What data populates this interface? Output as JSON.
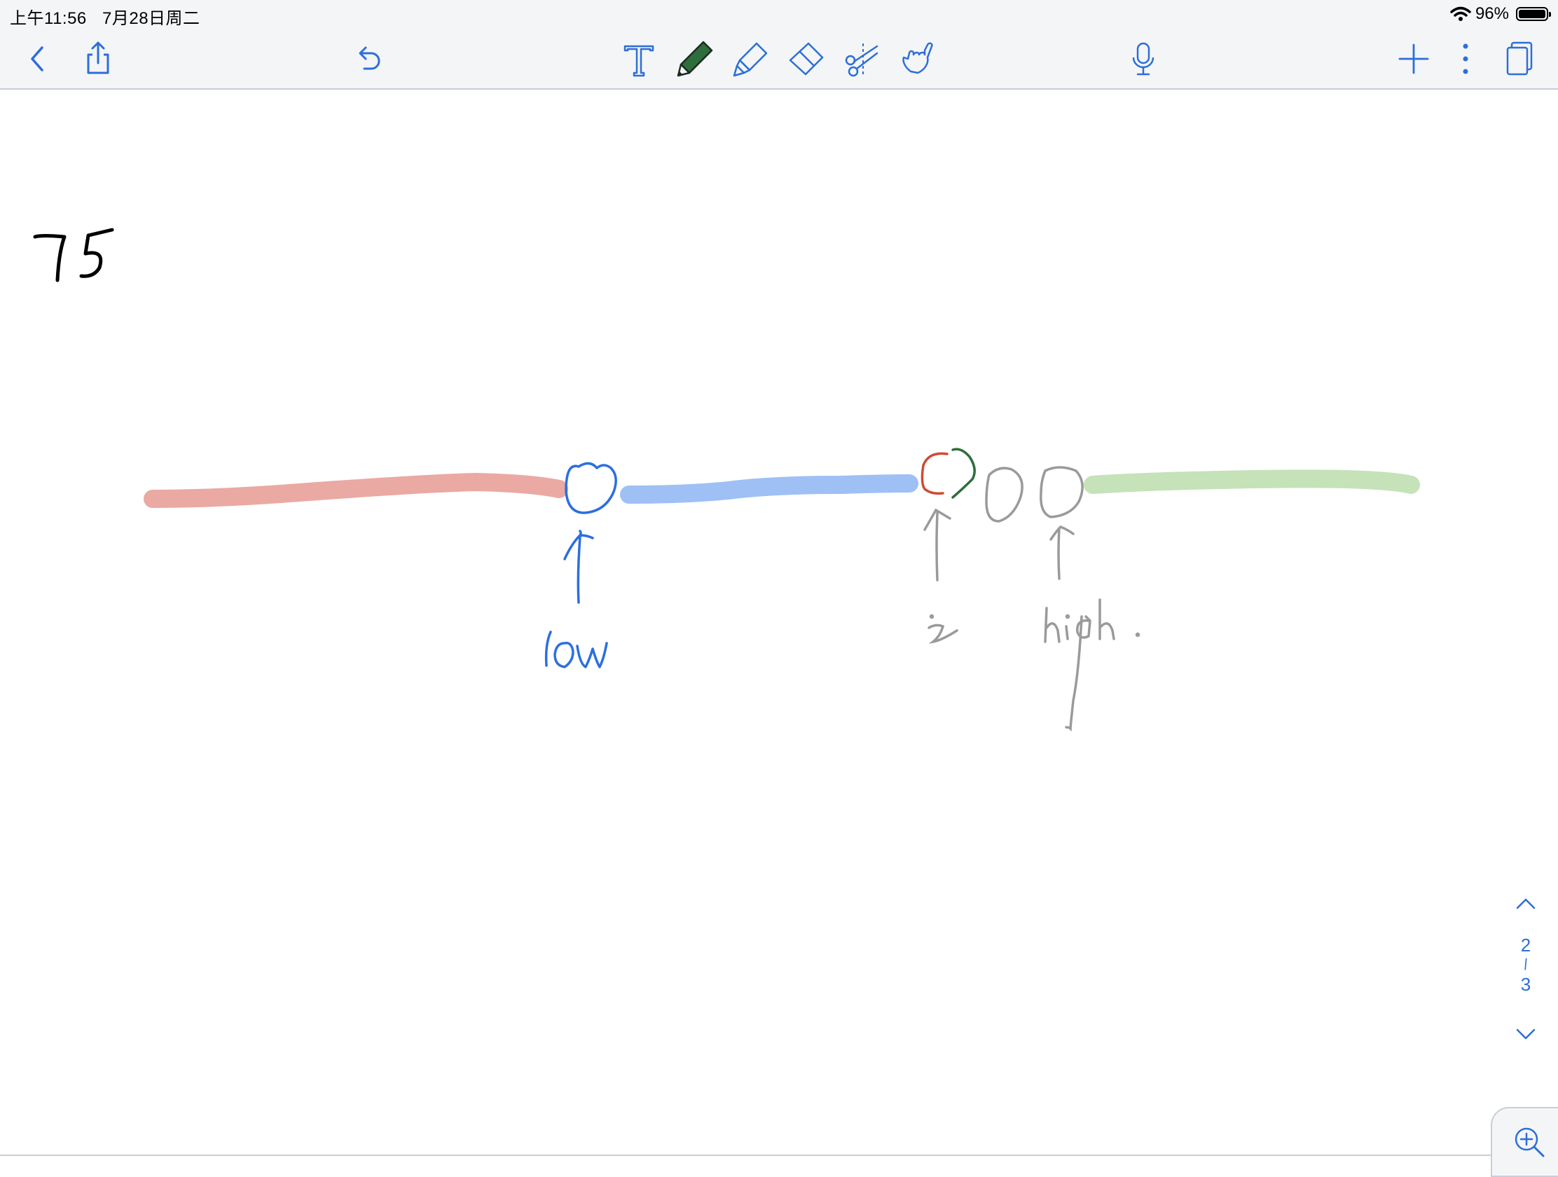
{
  "status_bar": {
    "time": "上午11:56",
    "date": "7月28日周二",
    "battery": "96%"
  },
  "toolbar": {
    "left": [
      "back-icon",
      "share-icon",
      "undo-icon"
    ],
    "tools": [
      "text-tool-icon",
      "pen-tool-icon",
      "highlighter-tool-icon",
      "eraser-tool-icon",
      "lasso-scissors-icon",
      "hand-pointer-icon"
    ],
    "center": [
      "microphone-icon"
    ],
    "right": [
      "add-icon",
      "more-icon",
      "pages-icon"
    ],
    "selected_tool": "pen",
    "pen_color": "#2e6e3c",
    "accent_color": "#2d6ed8"
  },
  "canvas": {
    "notes": {
      "number": "75",
      "label_low": "low",
      "label_i": "i",
      "label_high": "high"
    },
    "ink_colors": {
      "red_segment": "#eaa9a3",
      "blue_segment": "#9ec0f4",
      "green_segment": "#c5e2b8",
      "blue_ink": "#2c6ee0",
      "red_ink": "#d04a30",
      "green_ink": "#2e6e3c",
      "gray_ink": "#9a9a9a"
    }
  },
  "pager": {
    "current": "2",
    "separator": "/",
    "total": "3"
  },
  "zoom": {
    "icon": "zoom-in-icon"
  }
}
